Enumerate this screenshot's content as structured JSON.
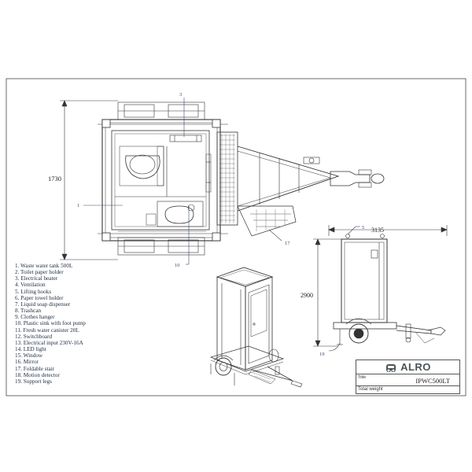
{
  "dimensions": {
    "plan_length": "1730",
    "side_width": "3135",
    "side_height": "2900"
  },
  "callouts": {
    "c1": "1",
    "c3": "3",
    "c5": "5",
    "c10": "10",
    "c17": "17",
    "c19": "19"
  },
  "legend": [
    "1. Waste water tank 500L",
    "2. Toilet paper holder",
    "3. Electrical heater",
    "4. Ventilation",
    "5. Lifting hooks",
    "6. Paper towel holder",
    "7. Liquid soap dispenser",
    "8. Trashcan",
    "9. Clothes hanger",
    "10. Plastic sink with foot pump",
    "11. Fresh water canister 20L",
    "12. Switchboard",
    "13. Electrical input 230V-16A",
    "14. LED light",
    "15. Window",
    "16. Mirror",
    "17. Foldable stair",
    "18. Motion detector",
    "19. Support legs"
  ],
  "title_block": {
    "brand": "ALRO",
    "brand_icon": "alro-logo-icon",
    "title_label": "Title",
    "title_value": "IPWC500LT",
    "weight_label": "Total weight"
  },
  "colors": {
    "line": "#333333",
    "callout": "#3a4a6a",
    "logo": "#4a5358"
  }
}
